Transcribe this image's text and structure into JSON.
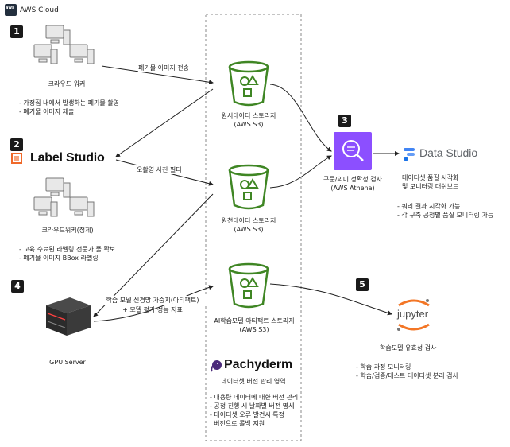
{
  "header": {
    "title": "AWS Cloud",
    "logo_icon": "aws-logo-icon"
  },
  "badges": [
    "1",
    "2",
    "3",
    "4",
    "5"
  ],
  "crowd_worker": {
    "label": "크라우드 워커",
    "bullets": [
      "- 가정집 내에서 발생하는 폐기물 촬영",
      "- 폐기물 이미지 제출"
    ]
  },
  "label_studio": {
    "name": "Label Studio",
    "worker_label": "크라우드워커(정제)",
    "bullets": [
      "- 교육 수료된 라벨링 전문가 풀 확보",
      "- 폐기물 이미지 BBox 라벨링"
    ]
  },
  "gpu": {
    "label": "GPU Server"
  },
  "buckets": [
    {
      "title": "원시데이터 스토리지",
      "subtitle": "(AWS S3)"
    },
    {
      "title": "원천데이터 스토리지",
      "subtitle": "(AWS S3)"
    },
    {
      "title": "AI학습모델 아티팩트 스토리지",
      "subtitle": "(AWS S3)"
    }
  ],
  "edge_labels": {
    "upload": "폐기물 이미지 전송",
    "filter": "오촬영 사진 필터",
    "train_1": "학습 모델 신경망 가중치(아티팩트)",
    "train_2": "+ 모델 평가 성능 지표"
  },
  "athena": {
    "title": "구문/의미 정확성 검사",
    "subtitle": "(AWS Athena)"
  },
  "data_studio": {
    "name": "Data Studio",
    "title_1": "데이터셋 품질 시각화",
    "title_2": "및 모니터링 대쉬보드",
    "bullets": [
      "- 쿼리 결과 시각화 가능",
      "- 각 구축 공정별 품질 모니터링 가능"
    ]
  },
  "pachyderm": {
    "name": "Pachyderm",
    "subtitle": "데이터셋 버전 관리 영역",
    "bullets": [
      "- 대용량 데이터에 대한 버전 관리",
      "- 공정 진행 시 날짜별 버전 명세",
      "- 데이터셋 오류 발견시 특정",
      "  버전으로 롤백 지원"
    ]
  },
  "jupyter": {
    "name": "jupyter",
    "title": "학습모델 유효성 검사",
    "bullets": [
      "- 학습 과정 모니터링",
      "- 학습/검증/테스트 데이터셋 분리 검사"
    ]
  },
  "colors": {
    "s3_green": "#3f8624",
    "athena_purple": "#8c4fff",
    "ls_orange": "#f0692a",
    "jupyter_orange": "#f37626"
  }
}
